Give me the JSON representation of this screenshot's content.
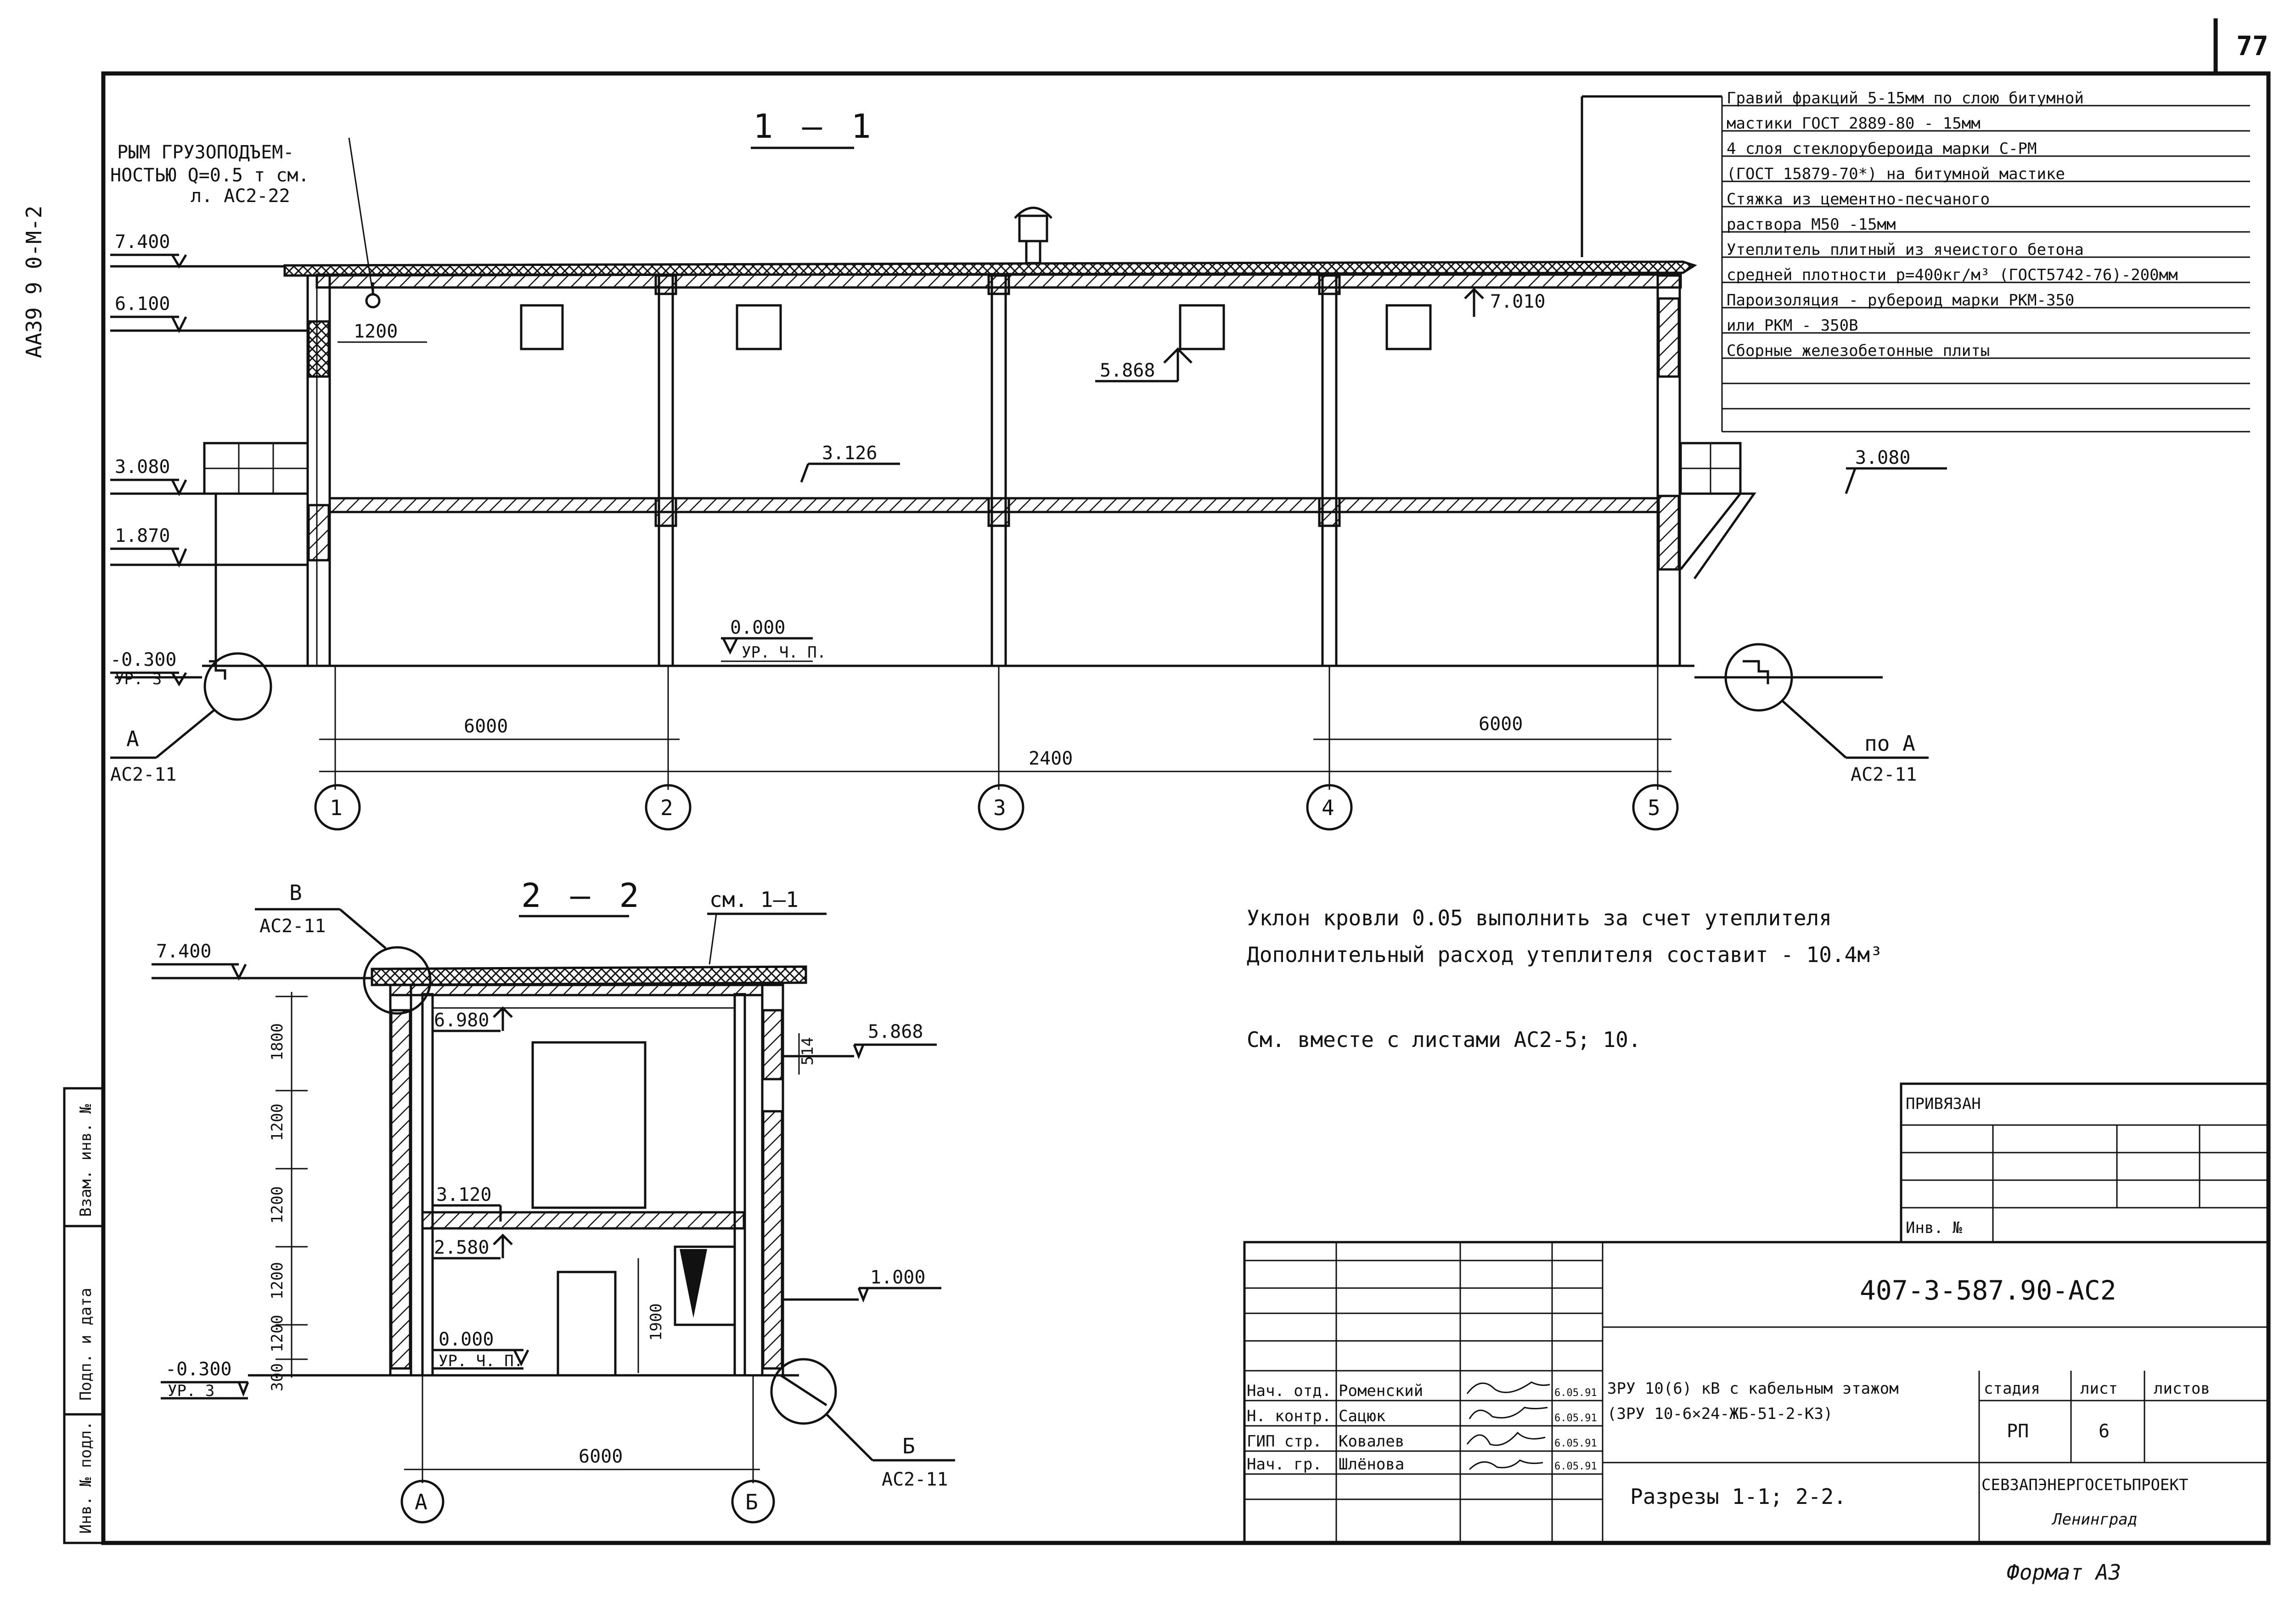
{
  "page_number": "77",
  "side_code": "ААЗ9 9 0-М-2",
  "section_1": {
    "title": "1 — 1",
    "lifting_eye_note": [
      "РЫМ ГРУЗОПОДЪЕМ-",
      "НОСТЬЮ  Q=0.5 т см.",
      "л. АС2-22"
    ],
    "levels_left": [
      "7.400",
      "6.100",
      "3.080",
      "1.870",
      "-0.300"
    ],
    "level_left_sub": "УР. 3",
    "level_zero": "0.000",
    "level_zero_sub": "УР. Ч. П.",
    "level_floor": "3.126",
    "level_right": "3.080",
    "level_window": "5.868",
    "level_top": "7.010",
    "dim_1200": "1200",
    "dims": [
      "6000",
      "2400",
      "6000"
    ],
    "axes": [
      "1",
      "2",
      "3",
      "4",
      "5"
    ],
    "callout_left": [
      "А",
      "АС2-11"
    ],
    "callout_right": [
      "по А",
      "АС2-11"
    ]
  },
  "roof_spec": [
    "Гравий фракций 5-15мм по слою битумной",
    "мастики ГОСТ 2889-80 - 15мм",
    "4 слоя стеклорубероида марки С-РМ",
    "(ГОСТ 15879-70*) на битумной мастике",
    "Стяжка из цементно-песчаного",
    "раствора М50                       -15мм",
    "Утеплитель плитный из ячеистого бетона",
    "средней плотности р=400кг/м³ (ГОСТ5742-76)-200мм",
    "Пароизоляция - рубероид марки РКМ-350",
    "или РКМ - 350В",
    "Сборные железобетонные плиты"
  ],
  "section_2": {
    "title": "2 — 2",
    "ref": "см. 1—1",
    "callout_top": [
      "В",
      "АС2-11"
    ],
    "callout_bottom": [
      "Б",
      "АС2-11"
    ],
    "level_top": "7.400",
    "level_ceiling": "6.980",
    "level_right": "5.868",
    "level_floor": "3.120",
    "level_lower": "2.580",
    "level_right_low": "1.000",
    "level_zero": "0.000",
    "level_zero_sub": "УР. Ч. П.",
    "level_ground": "-0.300",
    "level_ground_sub": "УР. 3",
    "dim_514": "514",
    "dim_1900": "1900",
    "vdims": [
      "1800",
      "1200",
      "1200",
      "1200",
      "1200",
      "300"
    ],
    "dim_6000": "6000",
    "axes": [
      "А",
      "Б"
    ]
  },
  "notes": [
    "Уклон кровли 0.05 выполнить за счет утеплителя",
    "Дополнительный расход утеплителя составит - 10.4м³"
  ],
  "see_also": "См. вместе с листами АС2-5; 10.",
  "left_strip": [
    "Инв. № подл.",
    "Подп. и дата",
    "Взам. инв. №"
  ],
  "binding": {
    "title": "ПРИВЯЗАН",
    "inv": "Инв. №"
  },
  "title_block": {
    "code": "407-3-587.90-АС2",
    "project": [
      "ЗРУ 10(6) кВ с кабельным этажом",
      "(ЗРУ 10-6×24-ЖБ-51-2-КЗ)"
    ],
    "sheet_title": "Разрезы 1-1; 2-2.",
    "stage_label": "стадия",
    "sheet_label": "лист",
    "sheets_label": "листов",
    "stage": "РП",
    "sheet": "6",
    "org": "СЕВЗАПЭНЕРГОСЕТЬПРОЕКТ",
    "city": "Ленинград",
    "signers": [
      {
        "role": "Нач. отд.",
        "name": "Роменский",
        "date": "6.05.91"
      },
      {
        "role": "Н. контр.",
        "name": "Сацюк",
        "date": "6.05.91"
      },
      {
        "role": "ГИП стр.",
        "name": "Ковалев",
        "date": "6.05.91"
      },
      {
        "role": "Нач. гр.",
        "name": "Шлёнова",
        "date": "6.05.91"
      }
    ]
  },
  "format": "Формат А3"
}
